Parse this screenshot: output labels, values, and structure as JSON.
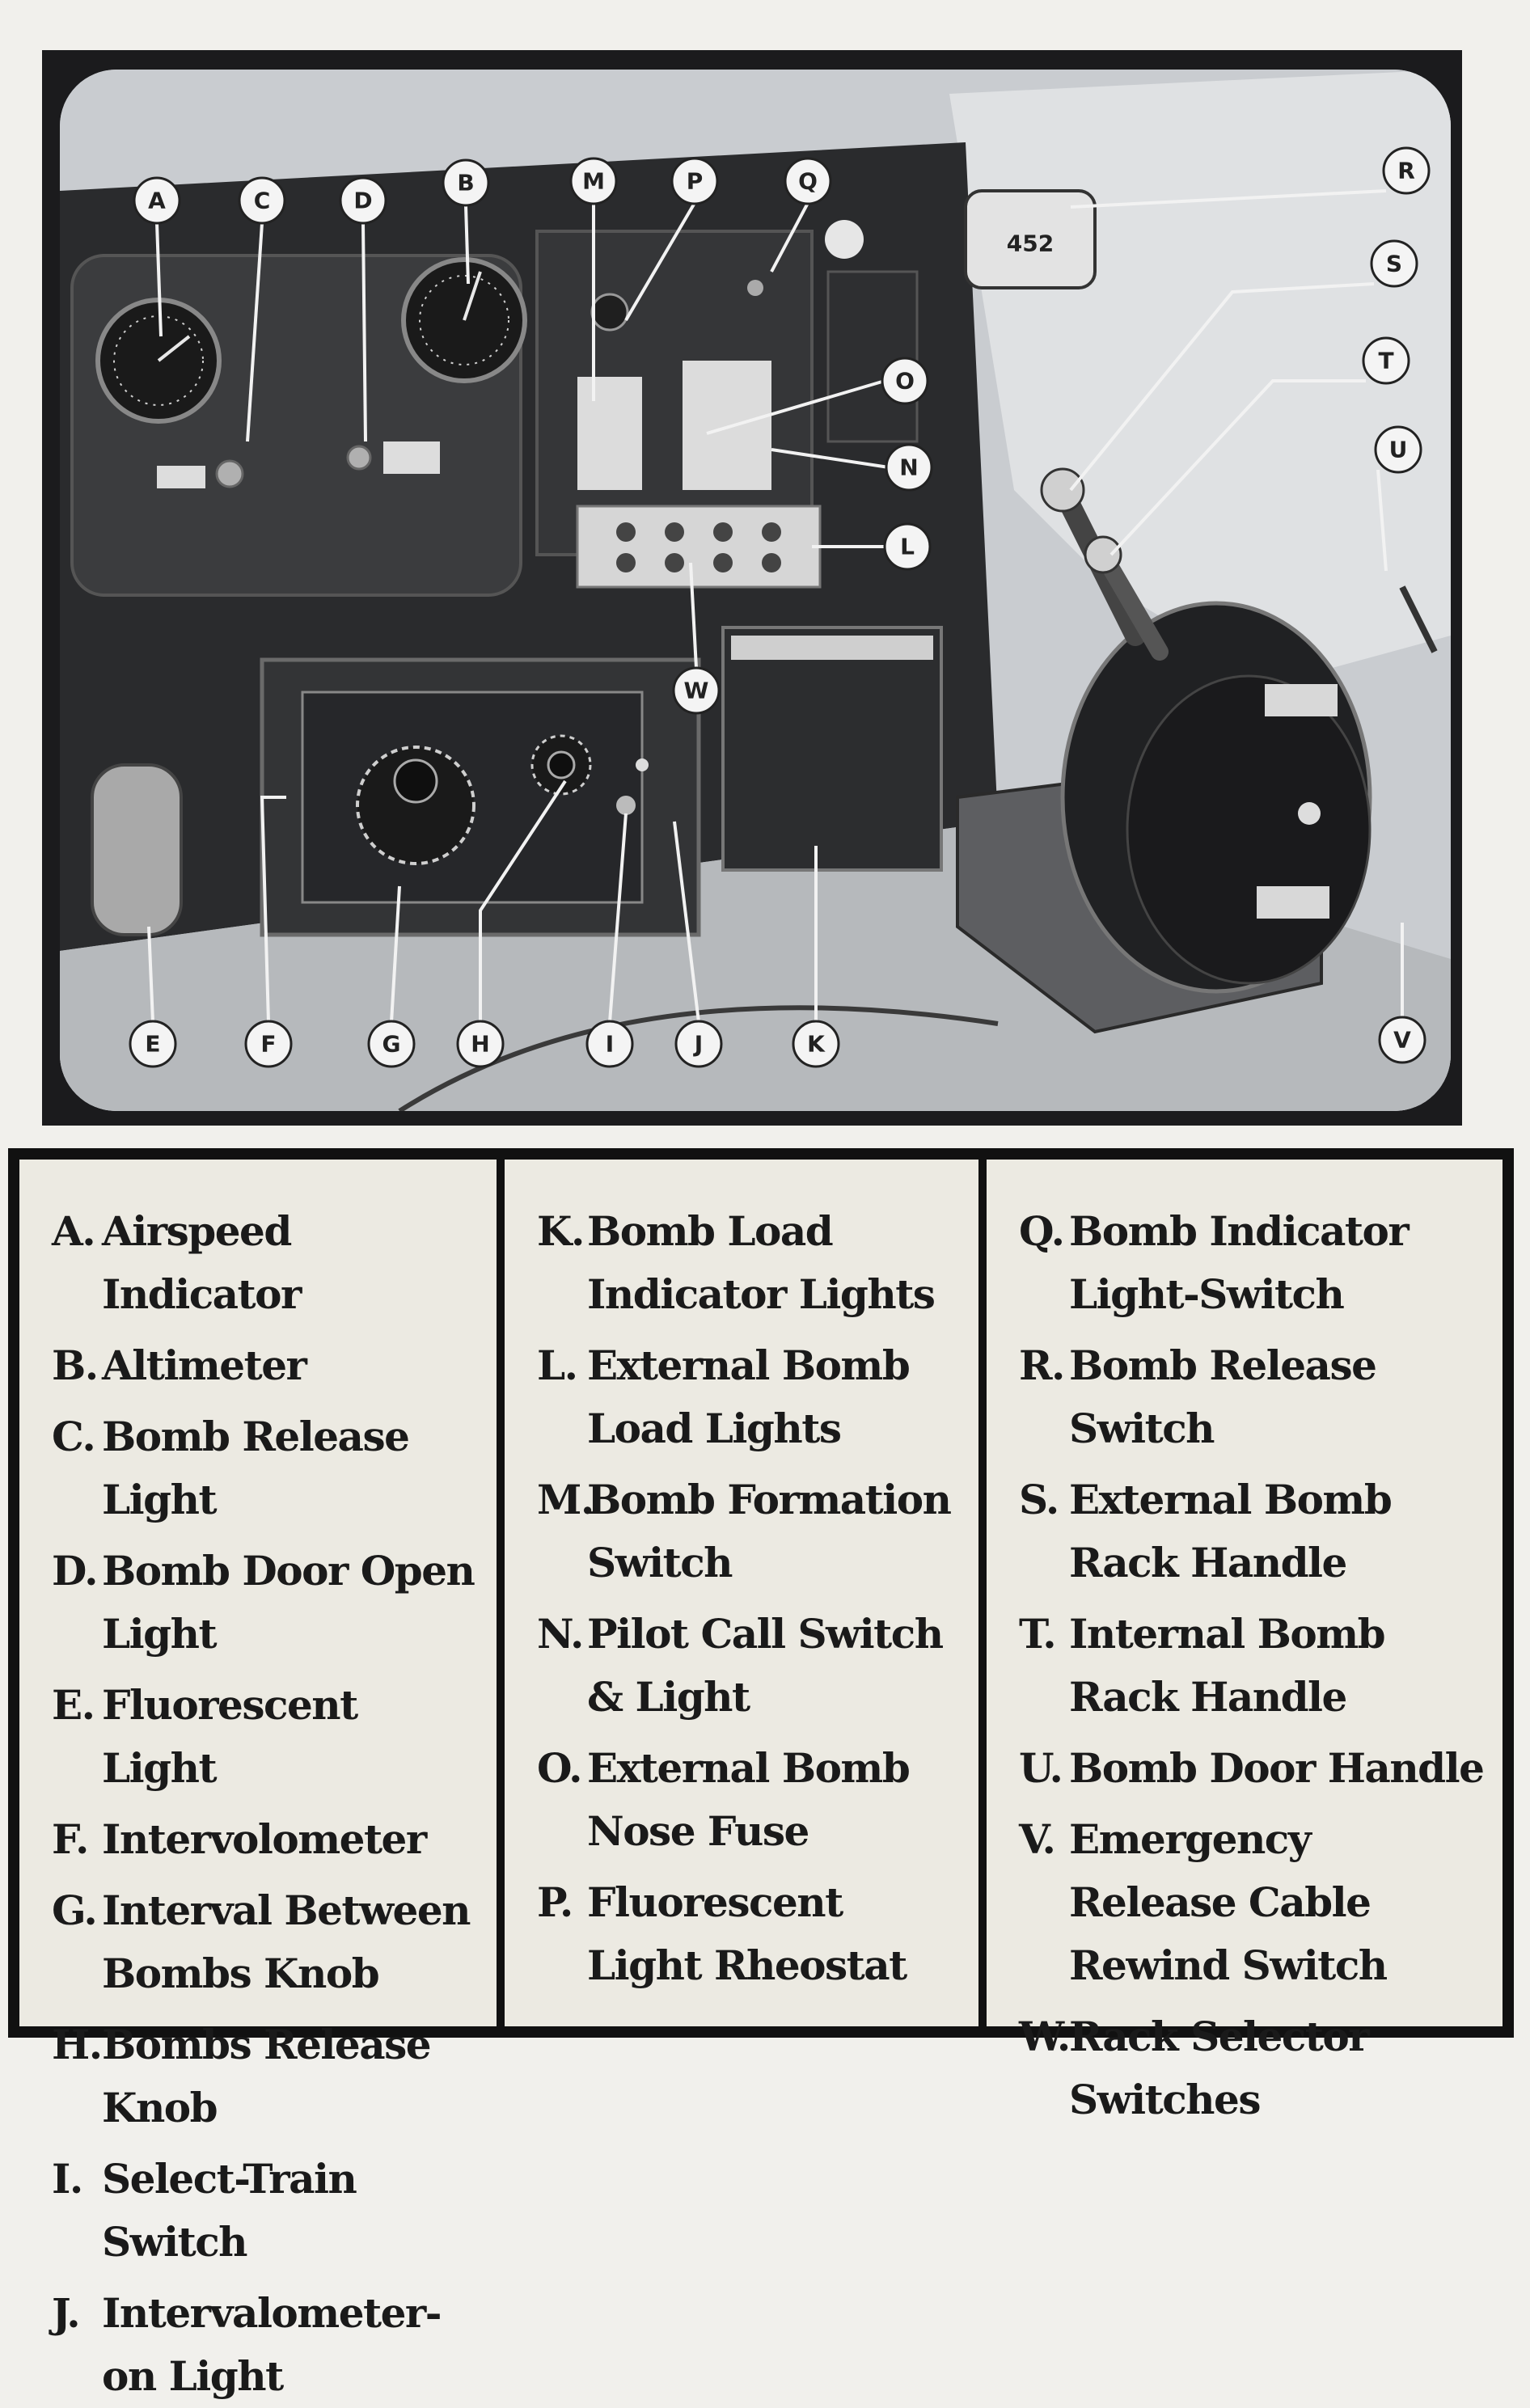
{
  "callouts": [
    "A",
    "B",
    "C",
    "D",
    "E",
    "F",
    "G",
    "H",
    "I",
    "J",
    "K",
    "L",
    "M",
    "N",
    "O",
    "P",
    "Q",
    "R",
    "S",
    "T",
    "U",
    "V",
    "W"
  ],
  "panel_tag": "452",
  "colors": {
    "background": "#f1f0ec",
    "photo_frame": "#1b1b1d",
    "legend_border": "#111111",
    "legend_fill": "#eceae2",
    "text": "#1a1a1a"
  },
  "legend": {
    "columns": [
      [
        {
          "letter": "A.",
          "text": "Airspeed Indicator"
        },
        {
          "letter": "B.",
          "text": "Altimeter"
        },
        {
          "letter": "C.",
          "text": "Bomb Release Light"
        },
        {
          "letter": "D.",
          "text": "Bomb Door Open Light"
        },
        {
          "letter": "E.",
          "text": "Fluorescent Light"
        },
        {
          "letter": "F.",
          "text": "Intervolometer"
        },
        {
          "letter": "G.",
          "text": "Interval Between Bombs Knob"
        },
        {
          "letter": "H.",
          "text": "Bombs Release Knob"
        },
        {
          "letter": "I.",
          "text": "Select-Train Switch"
        },
        {
          "letter": "J.",
          "text": "Intervalometer-on Light"
        }
      ],
      [
        {
          "letter": "K.",
          "text": "Bomb Load Indicator Lights"
        },
        {
          "letter": "L.",
          "text": "External Bomb Load Lights"
        },
        {
          "letter": "M.",
          "text": "Bomb Formation Switch"
        },
        {
          "letter": "N.",
          "text": "Pilot Call Switch & Light"
        },
        {
          "letter": "O.",
          "text": "External Bomb Nose Fuse"
        },
        {
          "letter": "P.",
          "text": "Fluorescent Light Rheostat"
        }
      ],
      [
        {
          "letter": "Q.",
          "text": "Bomb Indicator Light-Switch"
        },
        {
          "letter": "R.",
          "text": "Bomb Release Switch"
        },
        {
          "letter": "S.",
          "text": "External Bomb Rack Handle"
        },
        {
          "letter": "T.",
          "text": "Internal Bomb Rack Handle"
        },
        {
          "letter": "U.",
          "text": "Bomb Door Handle"
        },
        {
          "letter": "V.",
          "text": "Emergency Release Cable Rewind Switch"
        },
        {
          "letter": "W.",
          "text": "Rack Selector Switches"
        }
      ]
    ]
  }
}
